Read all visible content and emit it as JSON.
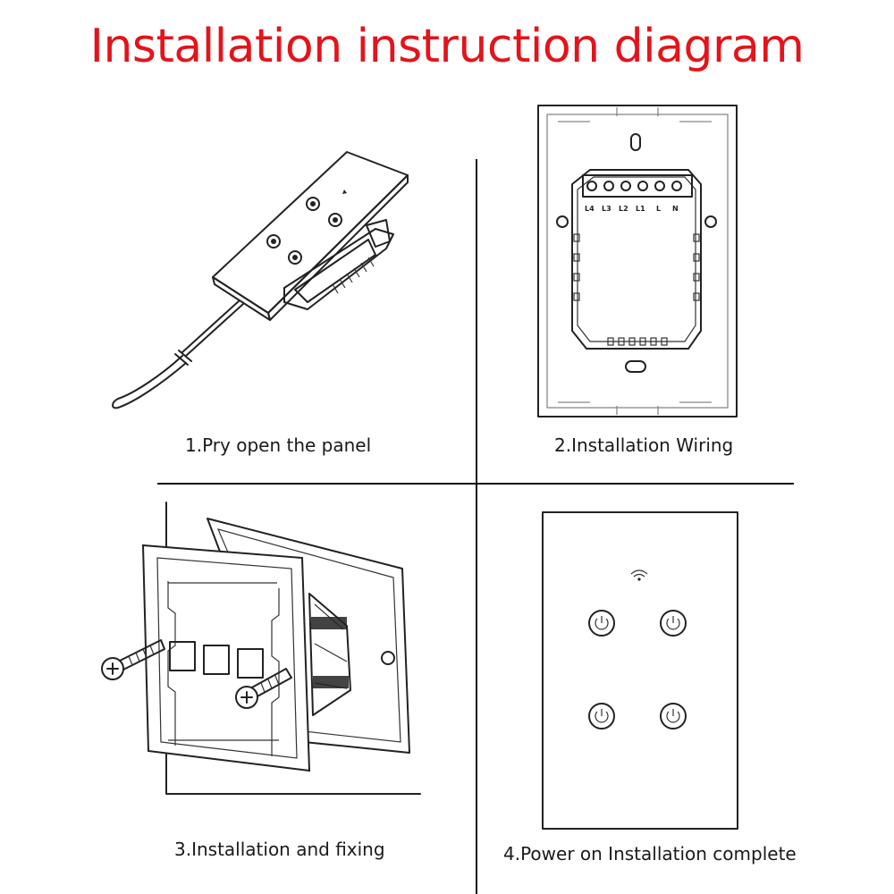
{
  "title": "Installation instruction diagram",
  "steps": [
    {
      "caption": "1.Pry open the panel"
    },
    {
      "caption": "2.Installation Wiring"
    },
    {
      "caption": "3.Installation and fixing"
    },
    {
      "caption": "4.Power on Installation complete"
    }
  ],
  "terminals": [
    "L4",
    "L3",
    "L2",
    "L1",
    "L",
    "N"
  ],
  "colors": {
    "title": "#e3141b",
    "line": "#222222"
  },
  "icons": [
    "screwdriver-icon",
    "power-icon",
    "wifi-icon",
    "screw-icon"
  ]
}
